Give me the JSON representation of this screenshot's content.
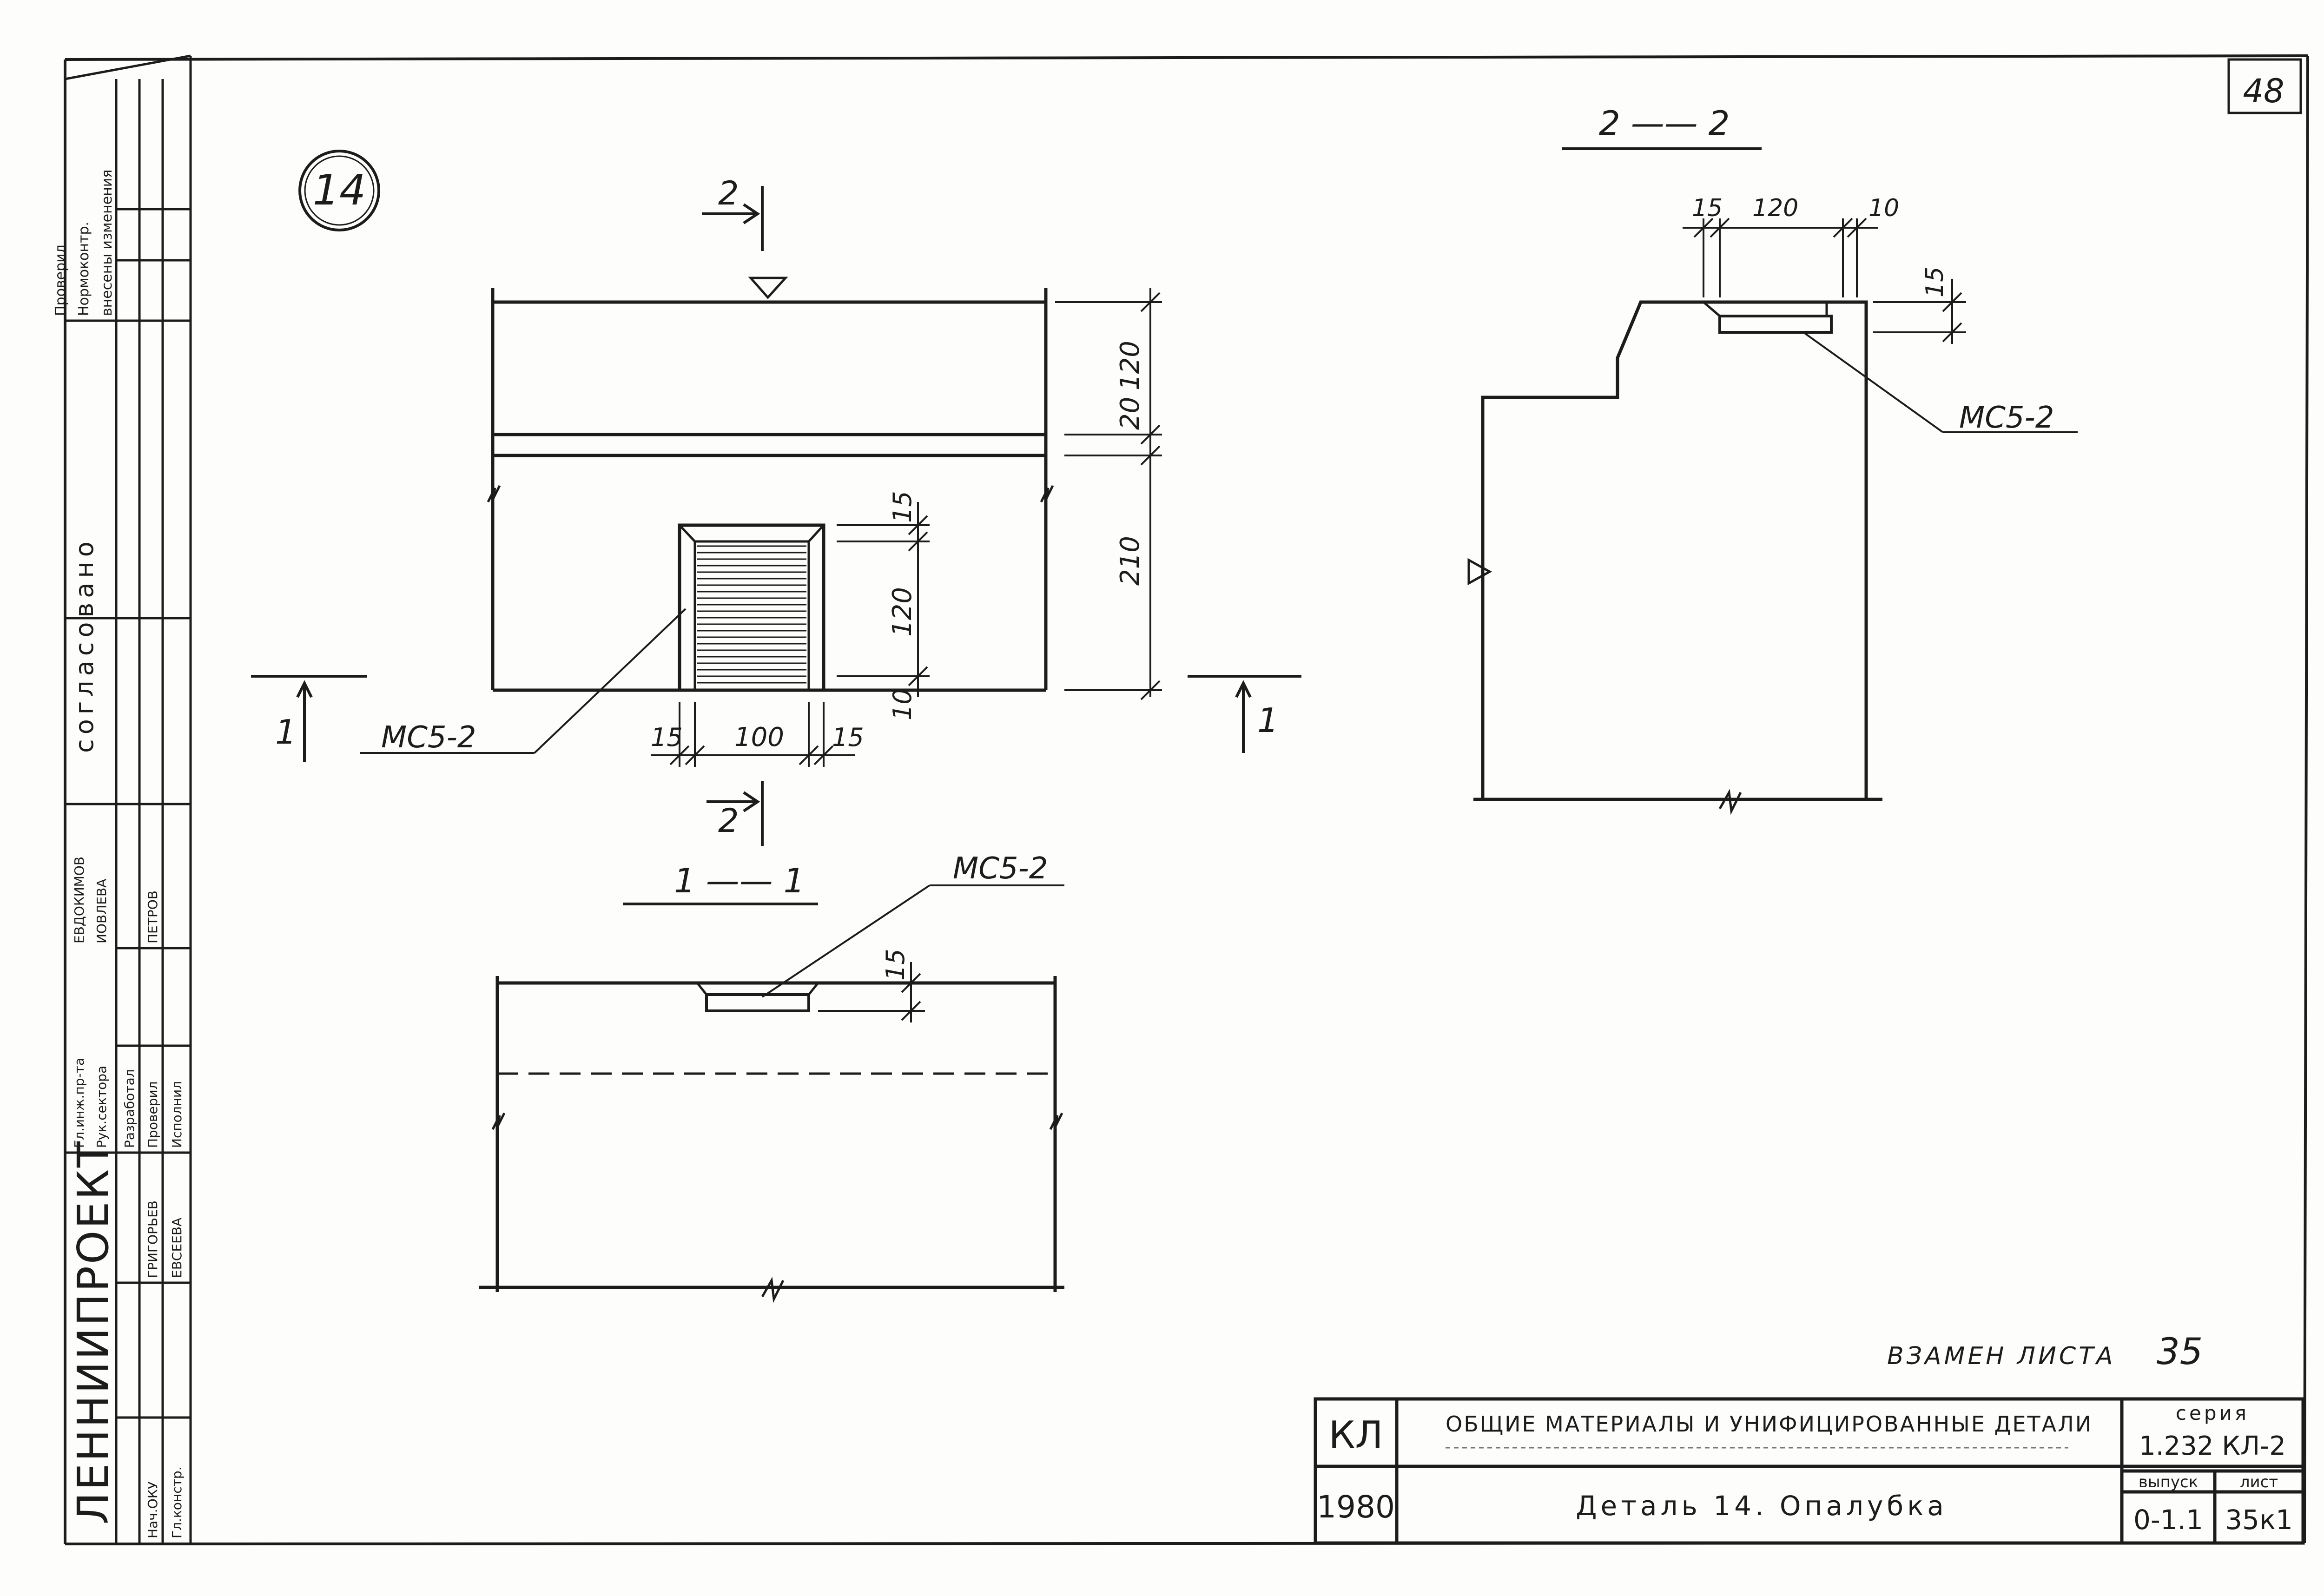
{
  "sheet": {
    "number": "48",
    "detail_no": "14"
  },
  "views": {
    "section_22_title": "2 —— 2",
    "section_11_title": "1 —— 1",
    "cut_mark_2": "2",
    "cut_mark_1": "1",
    "part_label": "MC5-2"
  },
  "dimensions": {
    "front_vertical": [
      "120",
      "20",
      "210"
    ],
    "insert_vertical": [
      "15",
      "120",
      "10"
    ],
    "insert_horizontal": [
      "15",
      "100",
      "15"
    ],
    "sec22_top": [
      "15",
      "120",
      "10"
    ],
    "sec22_plate": "15",
    "sec11_plate": "15"
  },
  "notes": {
    "replaces": "ВЗАМЕН ЛИСТА",
    "replaces_sheet": "35"
  },
  "stamp": {
    "org": "ЛЕННИИПРОЕКТ",
    "agreed": "согласовано",
    "rows": [
      "Проверил",
      "Нормоконтр.",
      "внесены изменения",
      "Гл.инж.пр-та",
      "Рук.сектора",
      "Разработал",
      "Проверил",
      "Исполнил",
      "Нач.ОКУ",
      "Гл.констр."
    ],
    "names": [
      "ЕВДОКИМОВ",
      "ИОВЛЕВА",
      "ПЕТРОВ",
      "ГРИГОРЬЕВ",
      "ЕВСЕЕВА"
    ]
  },
  "title_block": {
    "code": "КЛ",
    "year": "1980",
    "heading": "ОБЩИЕ МАТЕРИАЛЫ И УНИФИЦИРОВАННЫЕ ДЕТАЛИ",
    "title": "Деталь 14. Опалубка",
    "series_label": "серия",
    "series": "1.232 КЛ-2",
    "issue_label": "выпуск",
    "issue": "0-1.1",
    "sheet_label": "лист",
    "sheet": "35к1"
  }
}
